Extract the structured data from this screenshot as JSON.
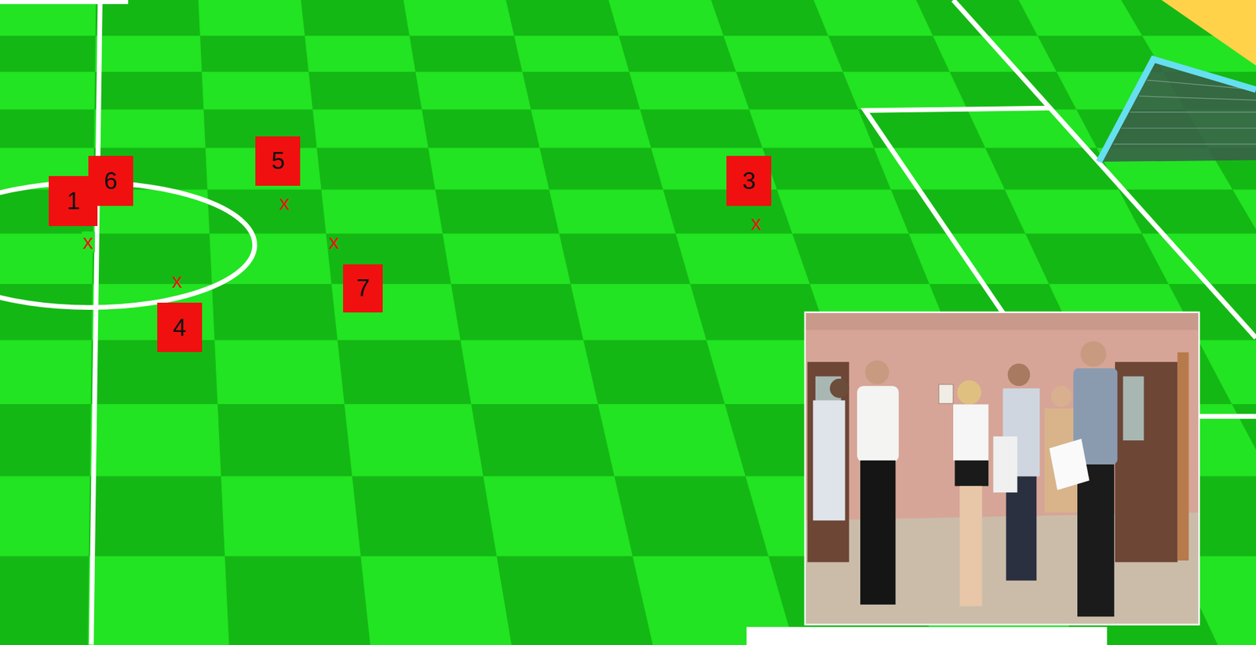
{
  "diagram": {
    "nodes": [
      {
        "text": [
          "5"
        ]
      },
      {
        "text": [
          "6"
        ]
      },
      {
        "text": [
          "3"
        ]
      },
      {
        "text": [
          "1"
        ]
      },
      {
        "text": [
          "7"
        ]
      },
      {
        "text": [
          "4"
        ]
      }
    ],
    "labels": [
      "x",
      "x",
      "x",
      "x",
      "x"
    ]
  }
}
